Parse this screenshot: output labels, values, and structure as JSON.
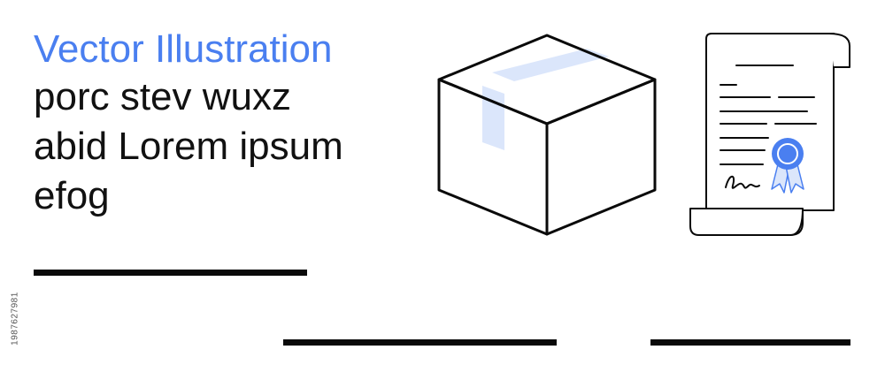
{
  "headline": {
    "title": "Vector Illustration",
    "body": [
      "porc stev wuxz",
      "abid Lorem ipsum",
      "efog"
    ]
  },
  "side_label": "1987627981",
  "colors": {
    "accent": "#4a7ff0",
    "accent_light": "#dbe6fb",
    "ink": "#0a0a0a"
  },
  "icons": [
    "cardboard-box-icon",
    "certificate-scroll-icon",
    "award-ribbon-icon",
    "signature-icon"
  ]
}
